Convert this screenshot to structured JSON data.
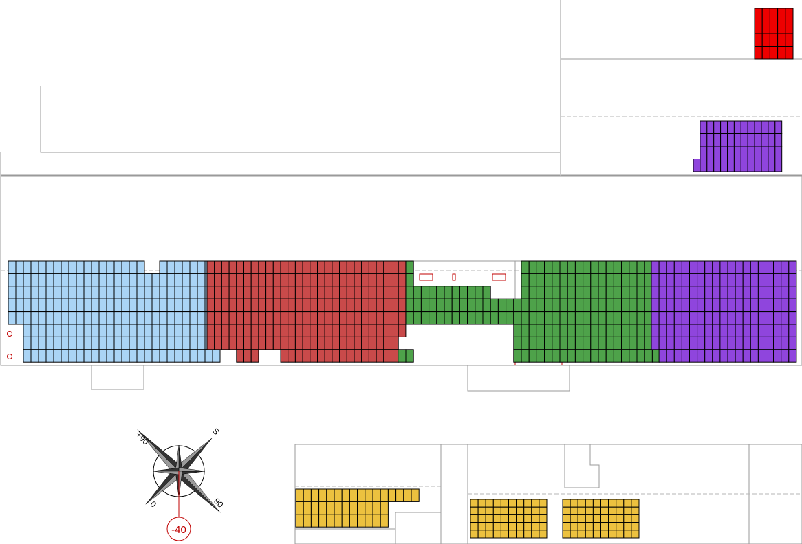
{
  "compass": {
    "labels": {
      "north": "S",
      "west": "+90",
      "east": "90",
      "south": "0"
    },
    "azimuth_label": "-40",
    "colors": {
      "ring": "#000000",
      "star_dark": "#333333",
      "star_light": "#9a9a9a",
      "azimuth": "#c00000"
    }
  },
  "colors": {
    "light_blue": "#aad4f5",
    "red": "#c94a4a",
    "green": "#4ea24a",
    "purple": "#8f45dd",
    "bright_red": "#ee0000",
    "yellow": "#ecc13f",
    "outline": "#000000",
    "wall": "#9a9a9a",
    "marker": "#c00000"
  },
  "arrays": [
    {
      "name": "roof-1-array",
      "color_key": "bright_red",
      "modules": 20,
      "rows": 4,
      "cols": 5
    },
    {
      "name": "roof-2-array",
      "color_key": "purple",
      "modules": 49,
      "rows": 4,
      "cols": 13
    },
    {
      "name": "main-roof-light-blue-array",
      "color_key": "light_blue",
      "modules": 195,
      "rows": 8,
      "cols": 27
    },
    {
      "name": "main-roof-red-array",
      "color_key": "red",
      "modules": 211,
      "rows": 8,
      "cols": 27
    },
    {
      "name": "main-roof-green-array",
      "color_key": "green",
      "modules": 256,
      "rows": 8,
      "cols": 33
    },
    {
      "name": "main-roof-purple-array",
      "color_key": "purple",
      "modules": 167,
      "rows": 8,
      "cols": 19
    },
    {
      "name": "lower-left-yellow-array",
      "color_key": "yellow",
      "modules": 46,
      "rows": 3,
      "cols": 16
    },
    {
      "name": "lower-middle-yellow-array",
      "color_key": "yellow",
      "modules": 50,
      "rows": 5,
      "cols": 10
    },
    {
      "name": "lower-right-yellow-array",
      "color_key": "yellow",
      "modules": 50,
      "rows": 5,
      "cols": 10
    }
  ]
}
